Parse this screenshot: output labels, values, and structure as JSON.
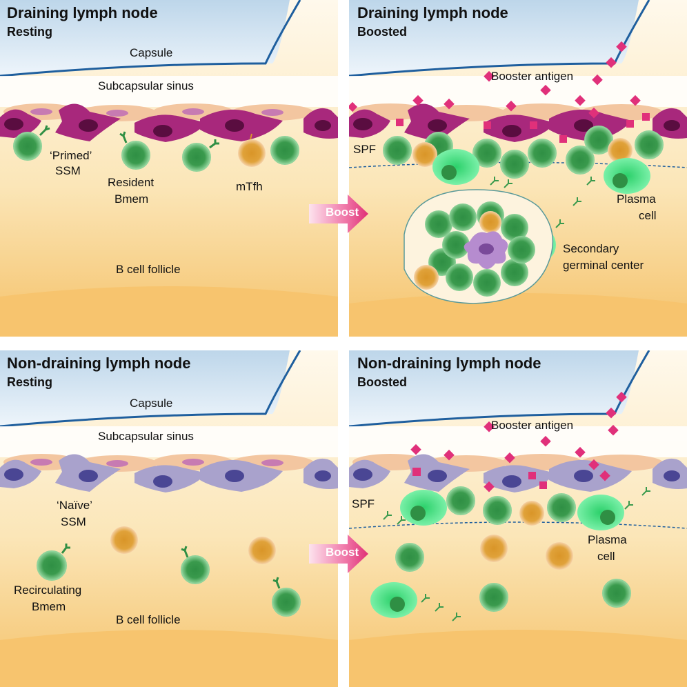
{
  "panels": {
    "top_left": {
      "title": "Draining lymph node",
      "subtitle": "Resting",
      "capsule": "Capsule",
      "sinus": "Subcapsular sinus",
      "ssm_line1": "‘Primed’",
      "ssm_line2": "SSM",
      "bmem_line1": "Resident",
      "bmem_line2": "Bmem",
      "mtfh": "mTfh",
      "follicle": "B cell follicle"
    },
    "top_right": {
      "title": "Draining lymph node",
      "subtitle": "Boosted",
      "antigen": "Booster antigen",
      "spf": "SPF",
      "plasma_line1": "Plasma",
      "plasma_line2": "cell",
      "gc_line1": "Secondary",
      "gc_line2": "germinal center"
    },
    "bottom_left": {
      "title": "Non-draining lymph node",
      "subtitle": "Resting",
      "capsule": "Capsule",
      "sinus": "Subcapsular sinus",
      "ssm_line1": "‘Naïve’",
      "ssm_line2": "SSM",
      "bmem_line1": "Recirculating",
      "bmem_line2": "Bmem",
      "follicle": "B cell follicle"
    },
    "bottom_right": {
      "title": "Non-draining lymph node",
      "subtitle": "Boosted",
      "antigen": "Booster antigen",
      "spf": "SPF",
      "plasma_line1": "Plasma",
      "plasma_line2": "cell"
    }
  },
  "arrows": {
    "top": "Boost",
    "bottom": "Boost"
  },
  "colors": {
    "capsule_blue": "#1f5f9e",
    "primed_ssm": "#a8287c",
    "naive_ssm": "#a9a2cc",
    "bmem_green": "#4aa85a",
    "mtfh_orange": "#d9972a",
    "plasma_green": "#3ee07a",
    "antigen_pink": "#e0307a",
    "follicle": "#f5c66a"
  }
}
